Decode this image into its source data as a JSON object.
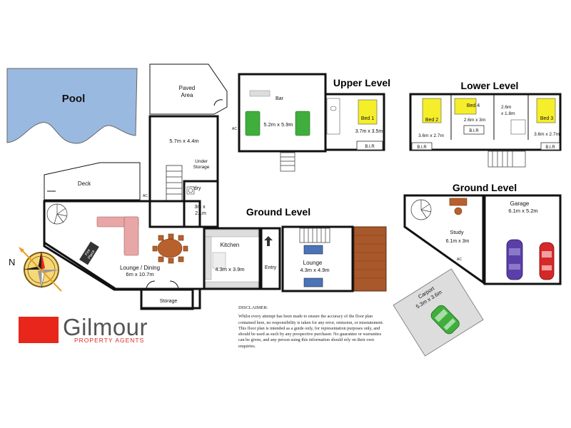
{
  "levels": {
    "upper": "Upper Level",
    "lower": "Lower Level",
    "ground_main": "Ground Level",
    "ground_side": "Ground Level"
  },
  "rooms": {
    "pool": "Pool",
    "paved_area": "Paved Area",
    "deck": "Deck",
    "rear_room": "5.7m x 4.4m",
    "under_storage": "Under Storage",
    "laundry_name": "L'dry",
    "laundry_size": "3m x 2.1m",
    "lounge_dining_name": "Lounge / Dining",
    "lounge_dining_size": "6m x 10.7m",
    "fire_place": "Fire Place",
    "kitchen_name": "Kitchen",
    "kitchen_size": "4.3m x 3.9m",
    "entry": "Entry",
    "lounge_name": "Lounge",
    "lounge_size": "4.3m x 4.9m",
    "storage": "Storage",
    "upper_living": "5.2m x 5.9m",
    "bar": "Bar",
    "bed1_name": "Bed 1",
    "bed1_size": "3.7m x 3.5m",
    "bed2_name": "Bed 2",
    "bed2_size": "3.6m x 2.7m",
    "bed4_name": "Bed 4",
    "bed4_size": "2.6m x 3m",
    "bed3_name": "Bed 3",
    "bed3_size": "3.6m x 2.7m",
    "lower_bath": "2.6m x 1.8m",
    "bir": "B.I.R",
    "study_name": "Study",
    "study_size": "6.1m x 3m",
    "garage_name": "Garage",
    "garage_size": "6.1m x 5.2m",
    "carport_name": "Carport",
    "carport_size": "5.3m x 3.6m",
    "ac": "AC"
  },
  "compass": {
    "north": "N"
  },
  "disclaimer": {
    "title": "DISCLAIMER:",
    "body": "Whilst every attempt has been made to ensure the accuracy of the floor plan contained here, no responsibility is taken for any error, omission, or misstatement. This floor plan is intended as a guide only, for representation purposes only, and should be used as such by any prospective purchaser. No guarantee or warranties can be given, and any person using this information should rely on their own enquiries."
  },
  "brand": {
    "name": "Gilmour",
    "tagline": "PROPERTY AGENTS",
    "accent": "#e8261c"
  },
  "colors": {
    "pool": "#9ab9e0",
    "beds_highlight": "#f5ee2a",
    "deck_wood": "#a8582a",
    "garage_floor": "#ffffff",
    "carport_floor": "#dddddd",
    "sofa_green": "#3fae3c",
    "sofa_pink": "#e8a6a6",
    "dining_brown": "#b8612c",
    "sofa_blue": "#4a74b8"
  }
}
